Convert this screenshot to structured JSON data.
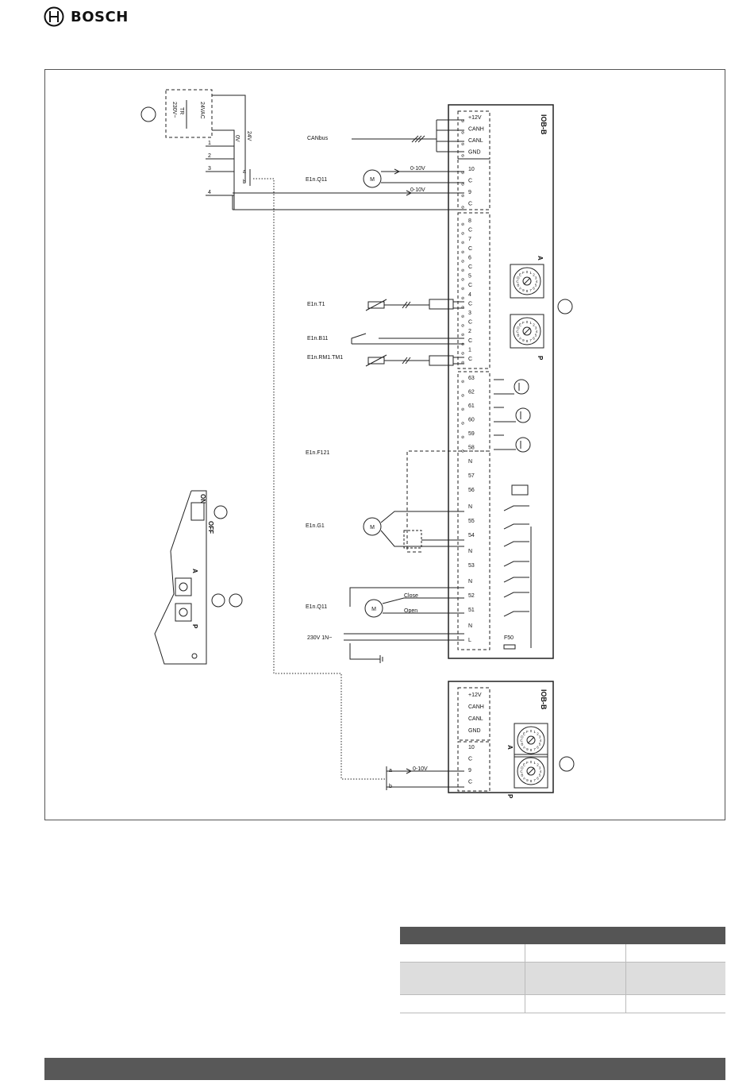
{
  "header": {
    "brand": "BOSCH"
  },
  "left_panel": {
    "transformer": {
      "input": "230V~",
      "label": "TR",
      "output": "24VAC"
    },
    "rail_labels": [
      "24V",
      "0V"
    ],
    "terminals": [
      "1",
      "2",
      "3",
      "4"
    ],
    "ab_labels": [
      "a",
      "b"
    ]
  },
  "signal_labels": {
    "canbus": "CANbus",
    "q11_analog": "E1n.Q11",
    "t1": "E1n.T1",
    "b11": "E1n.B11",
    "rm1": "E1n.RM1.TM1",
    "f121": "E1n.F121",
    "g1": "E1n.G1",
    "q11_valve": "E1n.Q11",
    "supply": "230V 1N~",
    "analog_out": "0-10V",
    "analog_in": "0-10V",
    "close": "Close",
    "open": "Open",
    "motor": "M",
    "fuse": "F50"
  },
  "module_main": {
    "title": "IOB-B",
    "can_terms": [
      "+12V",
      "CANH",
      "CANL",
      "GND"
    ],
    "analog_terms": [
      "10",
      "C",
      "9",
      "C"
    ],
    "input_terms": [
      "8",
      "C",
      "7",
      "C",
      "6",
      "C",
      "5",
      "C",
      "4",
      "C",
      "3",
      "C",
      "2",
      "C",
      "1",
      "C"
    ],
    "transistor_terms": [
      "63",
      "62",
      "61",
      "60",
      "59",
      "58"
    ],
    "relay_terms": [
      "N",
      "57",
      "56",
      "N",
      "55",
      "54",
      "N",
      "53",
      "N",
      "52",
      "51",
      "N",
      "L"
    ],
    "switch_a": "A",
    "switch_p": "P"
  },
  "module_second": {
    "title": "IOB-B",
    "can_terms": [
      "+12V",
      "CANH",
      "CANL",
      "GND"
    ],
    "analog_terms": [
      "10",
      "C",
      "9",
      "C"
    ],
    "switch_a": "A",
    "switch_p": "P",
    "ab_labels": [
      "a",
      "b"
    ],
    "analog_label": "0-10V"
  },
  "dip_panel": {
    "on": "ON",
    "off": "OFF",
    "a": "A",
    "p": "P"
  },
  "dial_digits": "0123456789ABCDEF",
  "table": {
    "rows": 3,
    "cols": 3
  }
}
